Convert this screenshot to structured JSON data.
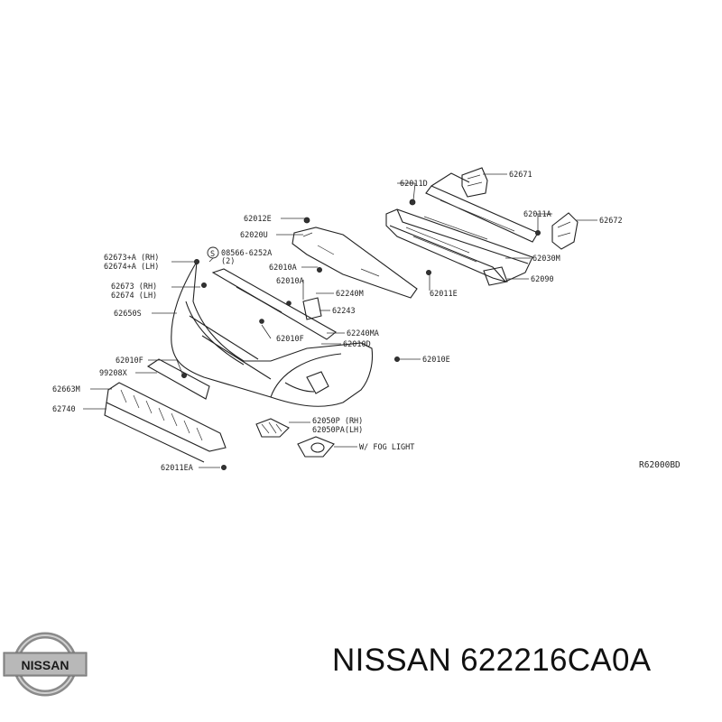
{
  "diagram": {
    "labels": {
      "p62671": "62671",
      "p62011d": "62011D",
      "p62012e": "62012E",
      "p62011a": "62011A",
      "p62672": "62672",
      "p62020u": "62020U",
      "p08566": "08566-6252A",
      "p08566qty": "(2)",
      "p62030m": "62030M",
      "p62673a": "62673+A (RH)",
      "p62674a": "62674+A (LH)",
      "p62010a_top": "62010A",
      "p62090": "62090",
      "p62673": "62673 (RH)",
      "p62674": "62674 (LH)",
      "p62010a": "62010A",
      "p62240m": "62240M",
      "p62011e": "62011E",
      "p62243": "62243",
      "p62650s": "62650S",
      "p62240ma": "62240MA",
      "p62010f_mid": "62010F",
      "p62010d": "62010D",
      "p62010f": "62010F",
      "p62010e": "62010E",
      "p99208x": "99208X",
      "p62663m": "62663M",
      "p62740": "62740",
      "p62050p": "62050P (RH)",
      "p62050pa": "62050PA(LH)",
      "fog": "W/ FOG LIGHT",
      "p62011ea": "62011EA"
    },
    "reference_code": "R62000BD"
  },
  "brand": {
    "logo_text": "NISSAN",
    "caption": "NISSAN 622216CA0A"
  }
}
